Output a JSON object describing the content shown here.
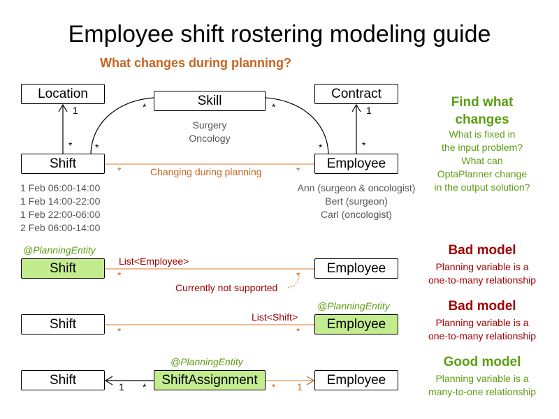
{
  "title": "Employee shift rostering modeling guide",
  "subtitle": "What changes during planning?",
  "top_model": {
    "boxes": {
      "location": "Location",
      "skill": "Skill",
      "contract": "Contract",
      "shift": "Shift",
      "employee": "Employee"
    },
    "skill_examples": [
      "Surgery",
      "Oncology"
    ],
    "shift_examples": [
      "1 Feb 06:00-14:00",
      "1 Feb 14:00-22:00",
      "1 Feb 22:00-06:00",
      "2 Feb 06:00-14:00"
    ],
    "employee_examples": [
      "Ann (surgeon & oncologist)",
      "Bert (surgeon)",
      "Carl (oncologist)"
    ],
    "relation_label": "Changing during planning",
    "mult_one": "1",
    "mult_many": "*"
  },
  "side_find": {
    "heading": [
      "Find what",
      "changes"
    ],
    "lines": [
      "What is fixed in",
      "the input problem?",
      "What can",
      "OptaPlanner change",
      "in the output solution?"
    ]
  },
  "model1": {
    "annotation": "@PlanningEntity",
    "shift": "Shift",
    "employee": "Employee",
    "relation_label": "List<Employee>",
    "note": "Currently not supported",
    "verdict": "Bad model",
    "reason": [
      "Planning variable is a",
      "one-to-many relationship"
    ]
  },
  "model2": {
    "annotation": "@PlanningEntity",
    "shift": "Shift",
    "employee": "Employee",
    "relation_label": "List<Shift>",
    "verdict": "Bad model",
    "reason": [
      "Planning variable is a",
      "one-to-many relationship"
    ]
  },
  "model3": {
    "annotation": "@PlanningEntity",
    "shift": "Shift",
    "assignment": "ShiftAssignment",
    "employee": "Employee",
    "verdict": "Good model",
    "reason": [
      "Planning variable is a",
      "many-to-one relationship"
    ]
  },
  "colors": {
    "orange": "#c7651e",
    "green_text": "#5d9d12",
    "green_fill": "#c3ec8f",
    "red": "#a10000",
    "gray": "#555555"
  }
}
